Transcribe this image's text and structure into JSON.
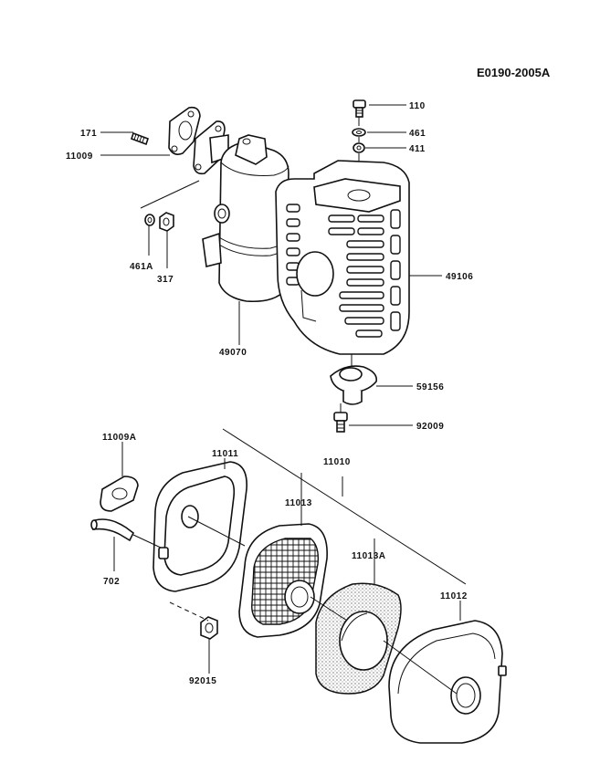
{
  "diagram": {
    "reference_code": "E0190-2005A",
    "parts": [
      {
        "id": "p110",
        "number": "110"
      },
      {
        "id": "p461",
        "number": "461"
      },
      {
        "id": "p411",
        "number": "411"
      },
      {
        "id": "p171",
        "number": "171"
      },
      {
        "id": "p11009",
        "number": "11009"
      },
      {
        "id": "p461a",
        "number": "461A"
      },
      {
        "id": "p317",
        "number": "317"
      },
      {
        "id": "p49070",
        "number": "49070"
      },
      {
        "id": "p49106",
        "number": "49106"
      },
      {
        "id": "p59156",
        "number": "59156"
      },
      {
        "id": "p92009",
        "number": "92009"
      },
      {
        "id": "p11009a",
        "number": "11009A"
      },
      {
        "id": "p11011",
        "number": "11011"
      },
      {
        "id": "p11010",
        "number": "11010"
      },
      {
        "id": "p11013",
        "number": "11013"
      },
      {
        "id": "p11013a",
        "number": "11013A"
      },
      {
        "id": "p11012",
        "number": "11012"
      },
      {
        "id": "p702",
        "number": "702"
      },
      {
        "id": "p92015",
        "number": "92015"
      }
    ]
  }
}
